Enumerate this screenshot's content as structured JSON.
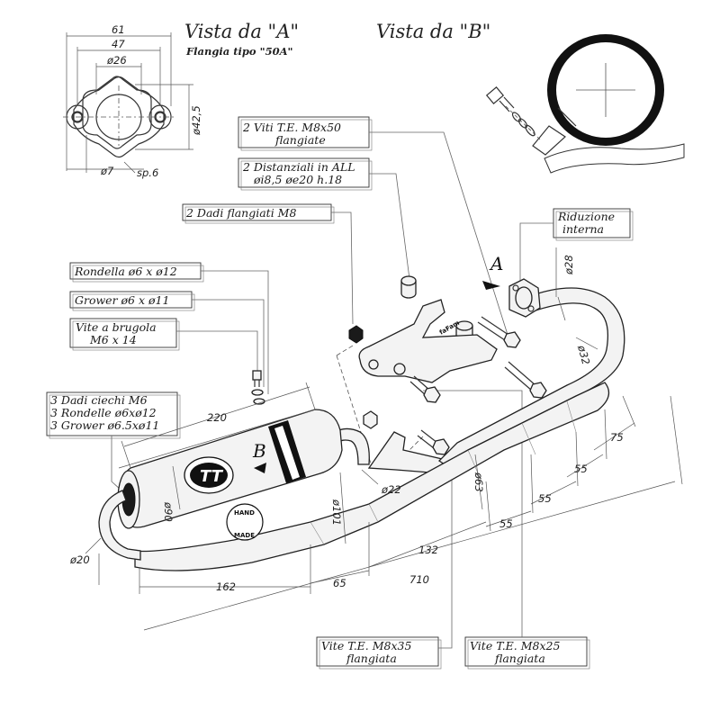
{
  "header": {
    "view_a": "Vista da \"A\"",
    "view_b": "Vista da \"B\"",
    "flange_type": "Flangia tipo \"50A\""
  },
  "flange_dims": {
    "d61": "61",
    "d47": "47",
    "d26": "ø26",
    "d42": "ø42,5",
    "d7": "ø7",
    "sp": "sp.6"
  },
  "callouts": {
    "viti_te_m8x50": [
      "2 Viti T.E. M8x50",
      "flangiate"
    ],
    "distanziali": [
      "2 Distanziali in ALL",
      "øi8,5 øe20 h.18"
    ],
    "dadi_flangiati": "2 Dadi flangiati M8",
    "riduzione": [
      "Riduzione",
      "interna"
    ],
    "rondella": "Rondella ø6 x ø12",
    "grower": "Grower ø6 x ø11",
    "vite_brugola": [
      "Vite a brugola",
      "M6  x 14"
    ],
    "dadi_ciechi": [
      "3 Dadi ciechi M6",
      "3 Rondelle ø6xø12",
      "3 Grower ø6.5xø11"
    ],
    "vite_m8x35": [
      "Vite T.E. M8x35",
      "flangiata"
    ],
    "vite_m8x25": [
      "Vite T.E. M8x25",
      "flangiata"
    ]
  },
  "view_markers": {
    "a": "A",
    "b": "B"
  },
  "logos": {
    "tt": "TT",
    "hand_made": [
      "HAND",
      "MADE"
    ]
  },
  "dimensions": {
    "d28": "ø28",
    "d32": "ø32",
    "d220": "220",
    "d90": "ø90",
    "d101": "ø101",
    "d22": "ø22",
    "d63": "ø63",
    "d20": "ø20",
    "l162": "162",
    "l65": "65",
    "l132": "132",
    "l710": "710",
    "l55a": "55",
    "l55b": "55",
    "l55c": "55",
    "l75": "75"
  },
  "colors": {
    "ink": "#222222",
    "paper": "#ffffff"
  }
}
